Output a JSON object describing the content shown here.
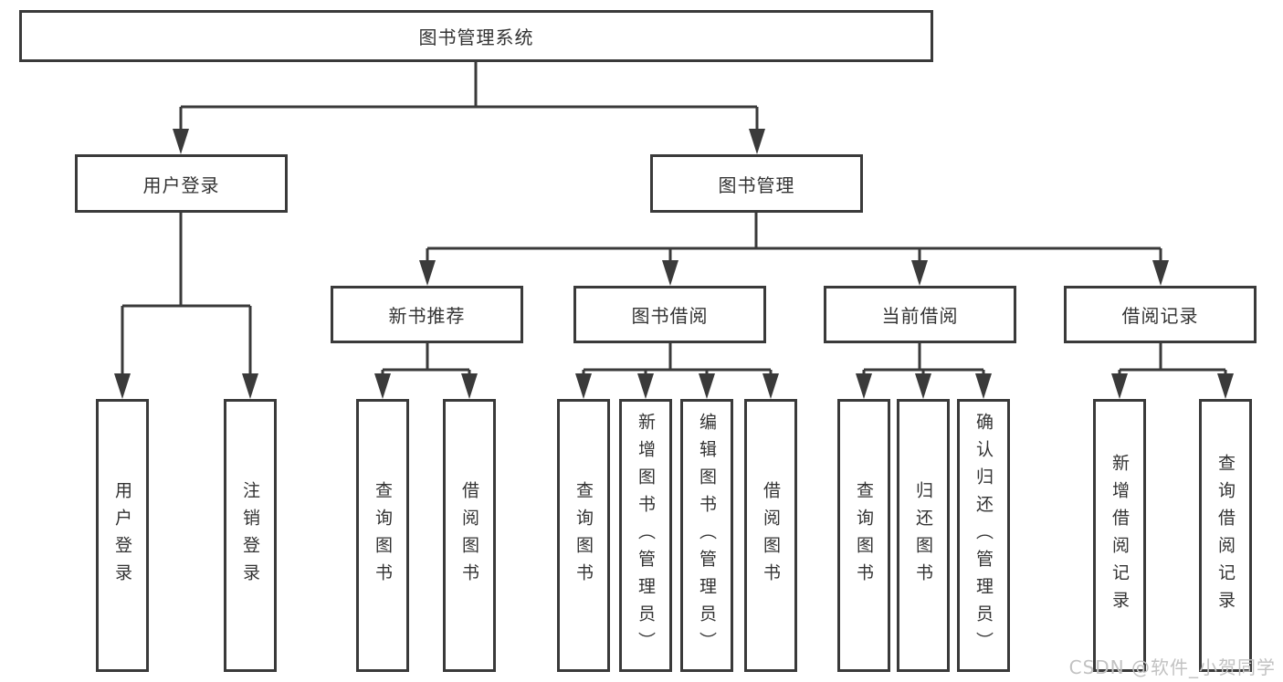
{
  "tree": {
    "root": "图书管理系统",
    "branches": [
      {
        "label": "用户登录",
        "children": [
          "用户登录",
          "注销登录"
        ]
      },
      {
        "label": "图书管理",
        "groups": [
          {
            "label": "新书推荐",
            "children": [
              "查询图书",
              "借阅图书"
            ]
          },
          {
            "label": "图书借阅",
            "children": [
              "查询图书",
              "新增图书（管理员）",
              "编辑图书（管理员）",
              "借阅图书"
            ]
          },
          {
            "label": "当前借阅",
            "children": [
              "查询图书",
              "归还图书",
              "确认归还（管理员）"
            ]
          },
          {
            "label": "借阅记录",
            "children": [
              "新增借阅记录",
              "查询借阅记录"
            ]
          }
        ]
      }
    ]
  },
  "watermark": "CSDN @软件_小贺同学",
  "colors": {
    "line": "#3a3a3a",
    "text": "#333333",
    "watermark": "#c2c2c2",
    "background": "#ffffff"
  }
}
